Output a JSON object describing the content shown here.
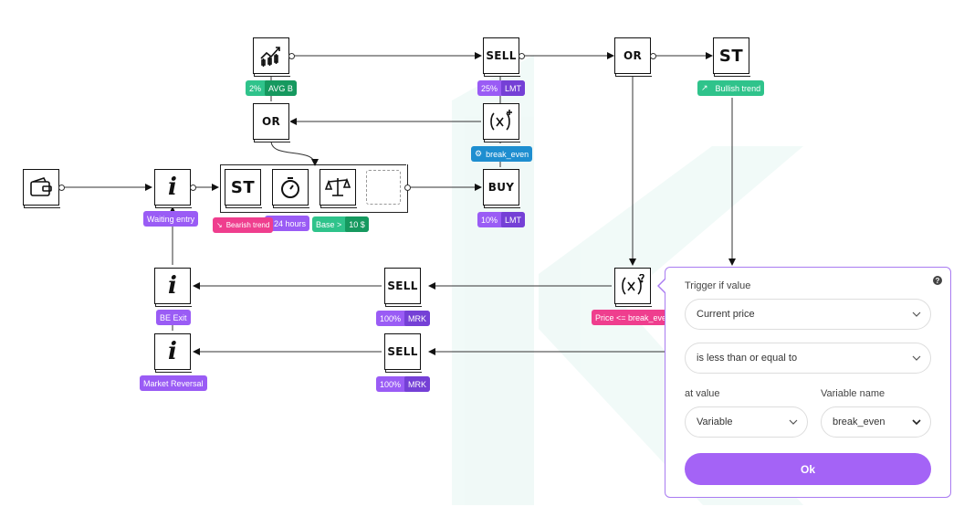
{
  "colors": {
    "green": "#2fc38b",
    "purple": "#9a5cf5",
    "blue": "#1e8ed0",
    "pink": "#ef3e8e",
    "accent": "#a463f6"
  },
  "nodes": {
    "chart": {
      "icon": "candlestick-chart-icon"
    },
    "sell_top": {
      "label": "SELL"
    },
    "or_top": {
      "label": "OR"
    },
    "st_top": {
      "label": "ST"
    },
    "or_mid": {
      "label": "OR"
    },
    "var_top": {
      "icon": "variable-x-plus-icon"
    },
    "wallet": {
      "icon": "wallet-icon"
    },
    "info_wait": {
      "label": "i"
    },
    "st_group": {
      "label": "ST"
    },
    "timer": {
      "icon": "stopwatch-icon"
    },
    "scale": {
      "icon": "balance-scale-icon"
    },
    "buy": {
      "label": "BUY"
    },
    "var_cond": {
      "icon": "variable-x-question-icon"
    },
    "info_be": {
      "label": "i"
    },
    "sell_mid": {
      "label": "SELL"
    },
    "info_rev": {
      "label": "i"
    },
    "sell_low": {
      "label": "SELL"
    }
  },
  "badges": {
    "avg_pct": "2%",
    "avg_name": "AVG B",
    "sell_top_pct": "25%",
    "sell_top_type": "LMT",
    "bullish": "Bullish trend",
    "break_even": "break_even",
    "waiting_entry": "Waiting entry",
    "bearish": "Bearish trend",
    "hours": "24 hours",
    "base_label": "Base >",
    "base_value": "10 $",
    "buy_pct": "10%",
    "buy_type": "LMT",
    "condition": "Price <= break_even",
    "be_exit": "BE Exit",
    "sell_mid_pct": "100%",
    "sell_mid_type": "MRK",
    "market_reversal": "Market Reversal",
    "sell_low_pct": "100%",
    "sell_low_type": "MRK"
  },
  "modal": {
    "title": "Trigger if value",
    "help": "?",
    "field1": "Current price",
    "field2": "is less than or equal to",
    "at_value_label": "at value",
    "variable_name_label": "Variable name",
    "at_value": "Variable",
    "variable_name": "break_even",
    "ok": "Ok"
  }
}
